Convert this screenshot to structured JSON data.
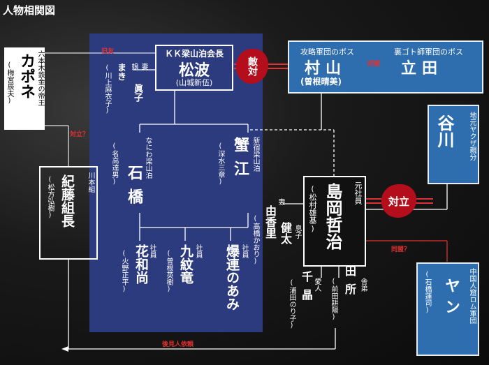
{
  "title": "人物相関図",
  "nodes": {
    "capone": {
      "role": "六本木鉄金の帝王",
      "name": "カポネ",
      "actor": "(梅宮辰夫)"
    },
    "matsunami": {
      "role": "ＫＫ梁山泊会長",
      "name": "松波",
      "actor": "(山城新伍)"
    },
    "makiko": {
      "relation": "妻",
      "name": "まき",
      "name_kanji": "眞子",
      "actor": "(川上麻衣子)",
      "extra": "娘"
    },
    "kurayama": {
      "role1": "攻略軍団のボス",
      "name": "村山",
      "actor": "(曽根晴美)"
    },
    "tachida": {
      "role": "裏ゴト師軍団のボス",
      "name": "立田"
    },
    "tanigawa": {
      "role": "地元ヤクザ親分",
      "name": "谷川"
    },
    "ishibashi": {
      "role": "なにわ梁山泊",
      "name": "石橋",
      "actor": "(名高達男)"
    },
    "kanie": {
      "role": "新宿梁山泊",
      "name": "蟹江",
      "actor": "(深水三章)"
    },
    "kitoyo": {
      "role": "川本組",
      "name": "紀藤組長",
      "actor": "(松方弘樹)"
    },
    "shimaoka": {
      "role": "元社員",
      "name": "島岡哲治",
      "actor": "(松村雄基)"
    },
    "yukari": {
      "relation": "妻",
      "name": "由香里",
      "actor": "(高橋かおり)"
    },
    "kenta": {
      "relation": "息子",
      "name": "健太"
    },
    "hanawa": {
      "role": "社員",
      "name": "花和尚",
      "actor": "(火野正平)"
    },
    "kumonryu": {
      "role": "社員",
      "name": "九紋竜",
      "actor": "(曽根英樹)"
    },
    "bakuren": {
      "role": "社員",
      "name": "爆連のあみ"
    },
    "chiaki": {
      "relation": "愛人",
      "name": "千晶",
      "actor": "(浦田のり子)"
    },
    "tadokoro": {
      "relation": "舎弟",
      "name": "田所",
      "actor": "(前田耕陽)"
    },
    "yan": {
      "role": "中国人窟ロム軍団",
      "name": "ヤン",
      "actor": "(石橋蓮司)"
    }
  },
  "labels": {
    "friend": "旧友",
    "enemy1": "敵対",
    "alliance1": "同盟",
    "oppose1": "対立？",
    "oppose2": "対立",
    "alliance2": "同盟？",
    "guardian": "後見人依頼"
  }
}
